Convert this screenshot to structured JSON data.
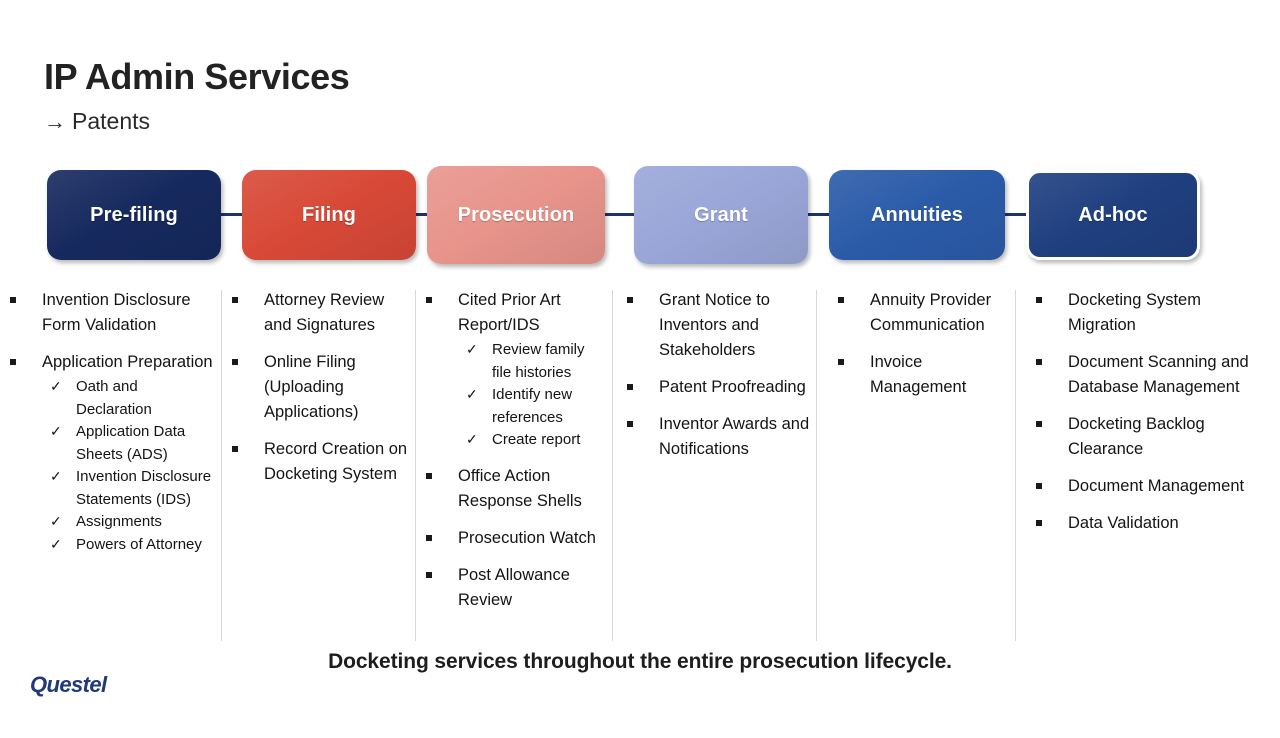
{
  "header": {
    "title": "IP Admin Services",
    "subtitle": "Patents",
    "subtitle_arrow": "→"
  },
  "colors": {
    "navy_dark": "#16295e",
    "red": "#d84937",
    "salmon": "#e8948b",
    "periwinkle": "#9aa6d8",
    "royal_blue": "#2b5ba8",
    "navy_mid": "#1f3f7f",
    "connector": "#1f3364",
    "divider": "#d8d8d8",
    "brand": "#1f3a75"
  },
  "stages": [
    {
      "label": "Pre-filing",
      "color": "#16295e"
    },
    {
      "label": "Filing",
      "color": "#d84937"
    },
    {
      "label": "Prosecution",
      "color": "#e8948b"
    },
    {
      "label": "Grant",
      "color": "#9aa6d8"
    },
    {
      "label": "Annuities",
      "color": "#2b5ba8"
    },
    {
      "label": "Ad-hoc",
      "color": "#1f3f7f"
    }
  ],
  "columns": [
    {
      "stage": "Pre-filing",
      "items": [
        {
          "text": "Invention Disclosure Form Validation",
          "subitems": []
        },
        {
          "text": "Application Preparation",
          "subitems": [
            "Oath and Declaration",
            "Application Data Sheets (ADS)",
            "Invention Disclosure Statements (IDS)",
            "Assignments",
            "Powers of Attorney"
          ]
        }
      ]
    },
    {
      "stage": "Filing",
      "items": [
        {
          "text": "Attorney Review and Signatures",
          "subitems": []
        },
        {
          "text": "Online Filing (Uploading Applications)",
          "subitems": []
        },
        {
          "text": "Record Creation on Docketing System",
          "subitems": []
        }
      ]
    },
    {
      "stage": "Prosecution",
      "items": [
        {
          "text": "Cited Prior Art Report/IDS",
          "subitems": [
            "Review family file histories",
            "Identify new references",
            "Create report"
          ]
        },
        {
          "text": "Office Action Response Shells",
          "subitems": []
        },
        {
          "text": "Prosecution Watch",
          "subitems": []
        },
        {
          "text": "Post Allowance Review",
          "subitems": []
        }
      ]
    },
    {
      "stage": "Grant",
      "items": [
        {
          "text": "Grant Notice to Inventors and Stakeholders",
          "subitems": []
        },
        {
          "text": "Patent Proofreading",
          "subitems": []
        },
        {
          "text": "Inventor Awards and Notifications",
          "subitems": []
        }
      ]
    },
    {
      "stage": "Annuities",
      "items": [
        {
          "text": "Annuity Provider Communication",
          "subitems": []
        },
        {
          "text": "Invoice Management",
          "subitems": []
        }
      ]
    },
    {
      "stage": "Ad-hoc",
      "items": [
        {
          "text": "Docketing System Migration",
          "subitems": []
        },
        {
          "text": "Document Scanning and Database Management",
          "subitems": []
        },
        {
          "text": "Docketing Backlog Clearance",
          "subitems": []
        },
        {
          "text": "Document Management",
          "subitems": []
        },
        {
          "text": "Data Validation",
          "subitems": []
        }
      ]
    }
  ],
  "footer": {
    "caption": "Docketing services throughout the entire prosecution lifecycle.",
    "brand": "Questel"
  },
  "markers": {
    "square_bullet": "square-bullet-icon",
    "check_bullet": "✓"
  }
}
